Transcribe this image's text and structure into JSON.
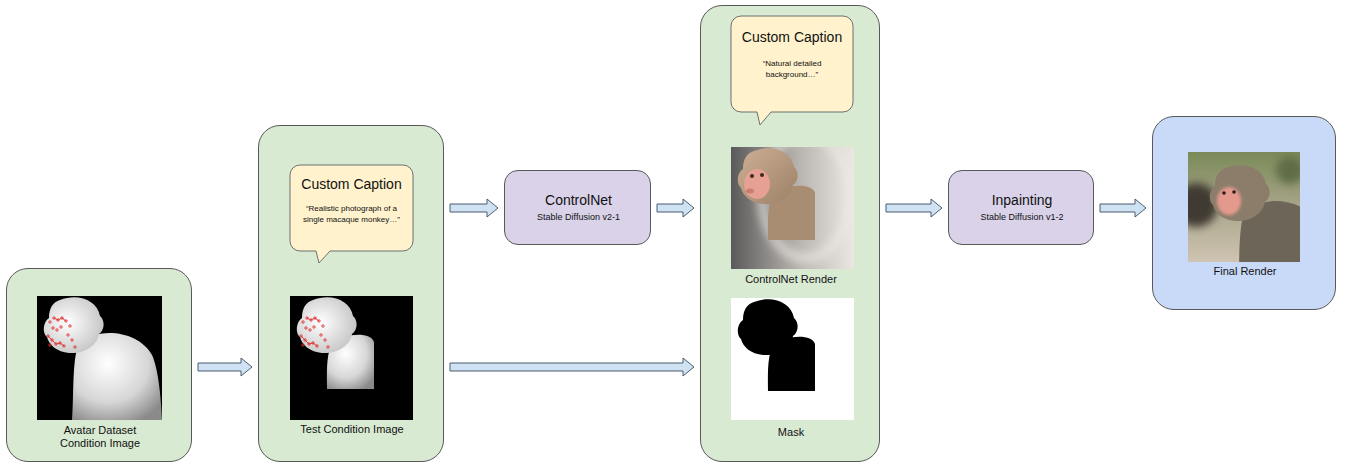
{
  "diagram": {
    "nodes": [
      {
        "text": [
          "Avatar Dataset Condition Image"
        ]
      },
      {
        "text": [
          "Test Condition Image"
        ]
      },
      {
        "text": [
          "Custom Caption",
          "“Realistic photograph of a single macaque monkey…”"
        ],
        "in": 1
      },
      {
        "text": [
          "ControlNet",
          "Stable Diffusion v2-1"
        ]
      },
      {
        "text": [
          "ControlNet Render",
          "Mask"
        ]
      },
      {
        "text": [
          "Custom Caption",
          "“Natural detailed background…”"
        ],
        "in": 4
      },
      {
        "text": [
          "Inpainting",
          "Stable Diffusion v1-2"
        ]
      },
      {
        "text": [
          "Final Render"
        ]
      }
    ],
    "edges": [
      {
        "from": 0,
        "to": 1,
        "arrow": "to"
      },
      {
        "from": 1,
        "to": 3,
        "arrow": "to"
      },
      {
        "from": 3,
        "to": 4,
        "arrow": "to"
      },
      {
        "from": 1,
        "to": 4,
        "arrow": "to"
      },
      {
        "from": 4,
        "to": 6,
        "arrow": "to"
      },
      {
        "from": 6,
        "to": 7,
        "arrow": "to"
      }
    ]
  }
}
